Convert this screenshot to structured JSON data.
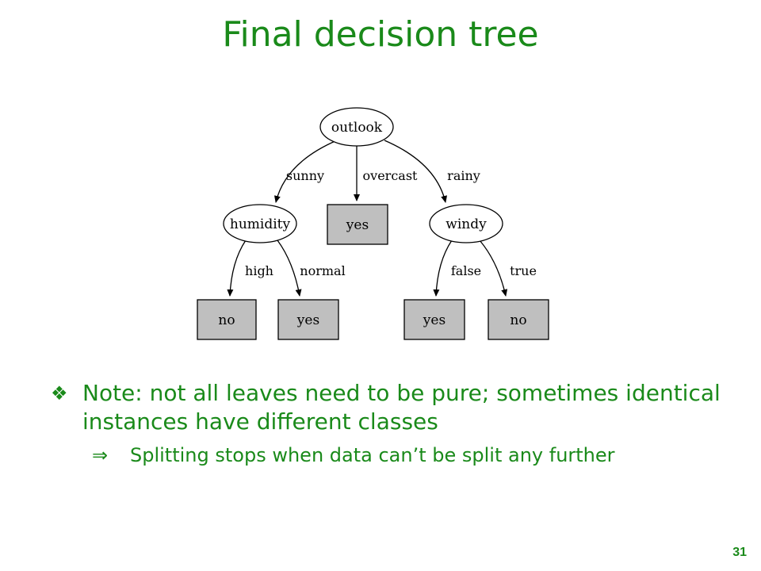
{
  "slide": {
    "title": "Final decision tree",
    "page_number": "31"
  },
  "tree": {
    "root": "outlook",
    "root_edges": {
      "left": "sunny",
      "middle": "overcast",
      "right": "rainy"
    },
    "left_node": "humidity",
    "middle_leaf": "yes",
    "right_node": "windy",
    "humidity_edges": {
      "left": "high",
      "right": "normal"
    },
    "windy_edges": {
      "left": "false",
      "right": "true"
    },
    "leaves": {
      "high": "no",
      "normal": "yes",
      "false": "yes",
      "true": "no"
    },
    "colors": {
      "leaf_fill": "#bfbfbf",
      "stroke": "#000000"
    }
  },
  "notes": {
    "bullet_icon": "diamond-bullet-icon",
    "bullet_glyph": "❖",
    "bullet_text": "Note: not all leaves need to be pure; sometimes identical instances have different classes",
    "sub_glyph": "⇒",
    "sub_text": "Splitting stops when data can’t be split any further"
  },
  "colors": {
    "accent": "#1a8a1a",
    "background": "#ffffff"
  }
}
